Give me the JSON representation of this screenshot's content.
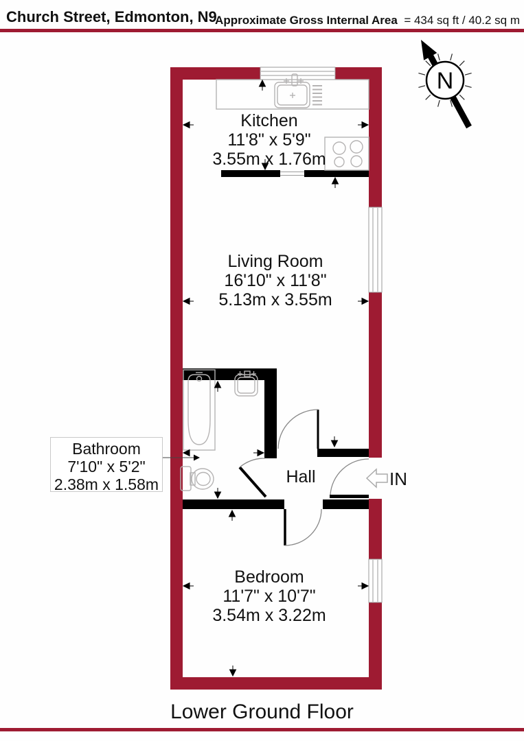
{
  "header": {
    "title": "Church Street, Edmonton, N9",
    "area_label": "Approximate Gross Internal Area",
    "area_value": "= 434 sq ft / 40.2 sq m"
  },
  "compass": {
    "label": "N"
  },
  "entrance": {
    "label": "IN"
  },
  "rooms": {
    "kitchen": {
      "name": "Kitchen",
      "size_imperial": "11'8\" x 5'9\"",
      "size_metric": "3.55m x 1.76m"
    },
    "living_room": {
      "name": "Living Room",
      "size_imperial": "16'10\" x 11'8\"",
      "size_metric": "5.13m x 3.55m"
    },
    "bathroom": {
      "name": "Bathroom",
      "size_imperial": "7'10\" x 5'2\"",
      "size_metric": "2.38m x 1.58m"
    },
    "hall": {
      "name": "Hall"
    },
    "bedroom": {
      "name": "Bedroom",
      "size_imperial": "11'7\" x 10'7\"",
      "size_metric": "3.54m x 3.22m"
    }
  },
  "footer": {
    "floor_label": "Lower Ground Floor"
  },
  "colors": {
    "wall": "#9e1b32",
    "accent_rule": "#9e1b32",
    "interior_wall": "#000000"
  }
}
